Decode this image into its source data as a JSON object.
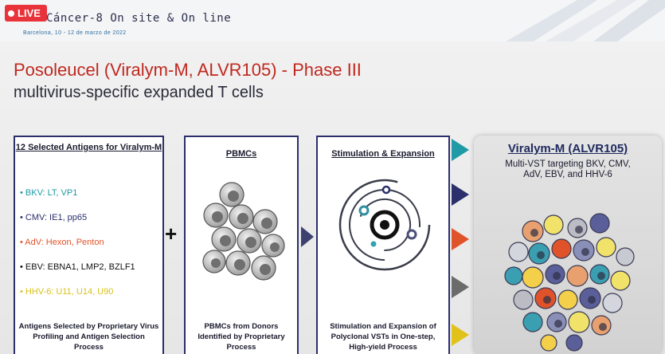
{
  "live_badge": {
    "label": "LIVE"
  },
  "event": {
    "title": "Cáncer-8 On site & On line",
    "subtitle": "Barcelona, 10 - 12 de marzo de 2022"
  },
  "slide": {
    "title": "Posoleucel (Viralym-M, ALVR105) - Phase III",
    "subtitle": "multivirus-specific expanded T cells"
  },
  "antigens_box": {
    "heading": "12 Selected Antigens for Viralym-M",
    "items": [
      {
        "text": "• BKV: LT, VP1",
        "color": "#1f9aa6"
      },
      {
        "text": "• CMV: IE1, pp65",
        "color": "#2b2f6b"
      },
      {
        "text": "• AdV: Hexon, Penton",
        "color": "#e0532a"
      },
      {
        "text": "• EBV: EBNA1, LMP2, BZLF1",
        "color": "#111111"
      },
      {
        "text": "• HHV-6: U11, U14, U90",
        "color": "#d9c21a"
      }
    ],
    "footer": "Antigens Selected by Proprietary Virus Profiling and Antigen Selection Process"
  },
  "plus_sign": "+",
  "pbmc_box": {
    "heading": "PBMCs",
    "footer": "PBMCs from Donors Identified by Proprietary Process"
  },
  "stim_box": {
    "heading": "Stimulation & Expansion",
    "footer": "Stimulation and Expansion of Polyclonal VSTs in One-step, High-yield Process"
  },
  "viralym_box": {
    "heading": "Viralym-M (ALVR105)",
    "subheading": "Multi-VST targeting BKV, CMV, AdV, EBV, and HHV-6"
  },
  "arrow_colors": [
    "#1f9aa6",
    "#2b2f6b",
    "#e0532a",
    "#6b6b6b",
    "#e1c21a"
  ],
  "colors": {
    "title_red": "#c0281f",
    "box_border": "#2b2f6b",
    "live_red": "#e8333a"
  }
}
